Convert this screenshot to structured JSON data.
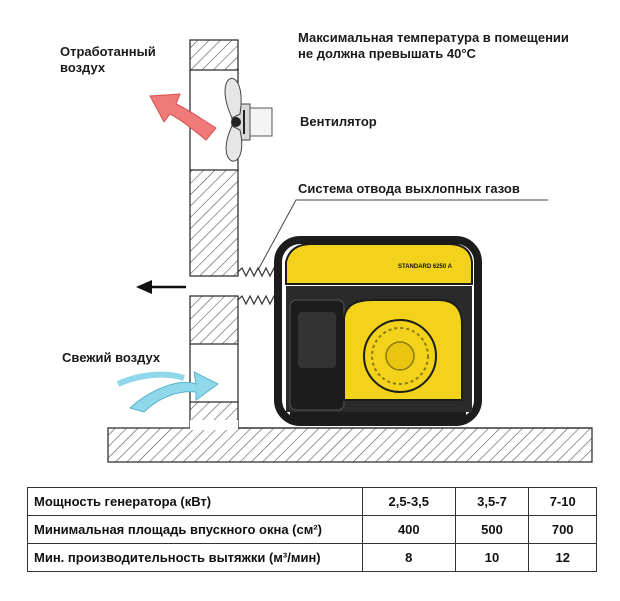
{
  "labels": {
    "exhaust_air_line1": "Отработанный",
    "exhaust_air_line2": "воздух",
    "max_temp_line1": "Максимальная температура в помещении",
    "max_temp_line2": "не должна превышать 40°С",
    "fan": "Вентилятор",
    "exhaust_system": "Система отвода выхлопных газов",
    "fresh_air": "Свежий воздух",
    "generator_model": "STANDARD 6250 A"
  },
  "colors": {
    "generator_yellow": "#f2d21a",
    "generator_frame": "#1c1c1c",
    "exhaust_arrow": "#f07a7a",
    "fresh_arrow": "#8fd8ea",
    "hatch": "#555555"
  },
  "table": {
    "rows": [
      {
        "param": "Мощность генератора (кВт)",
        "values": [
          "2,5-3,5",
          "3,5-7",
          "7-10"
        ]
      },
      {
        "param": "Минимальная площадь впускного окна (см²)",
        "values": [
          "400",
          "500",
          "700"
        ]
      },
      {
        "param": "Мин. производительность вытяжки (м³/мин)",
        "values": [
          "8",
          "10",
          "12"
        ]
      }
    ]
  }
}
